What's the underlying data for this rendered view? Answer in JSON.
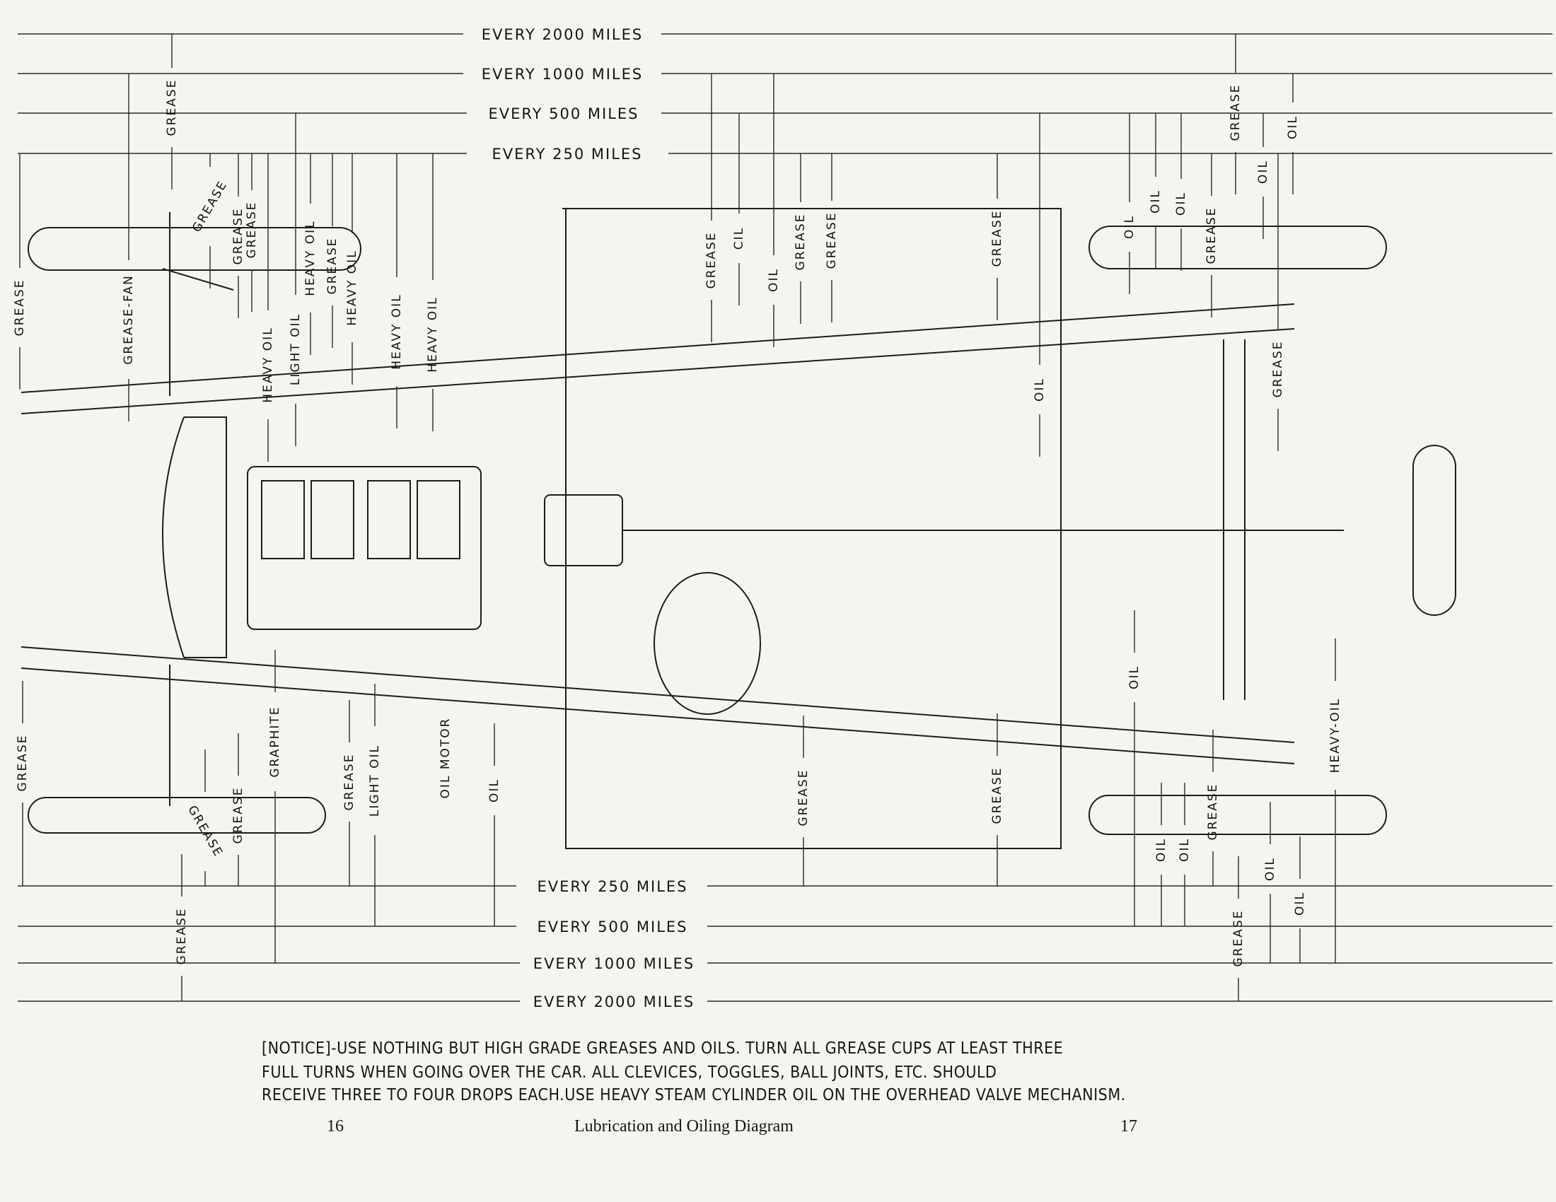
{
  "intervals_top": [
    "EVERY 2000 MILES",
    "EVERY 1000 MILES",
    "EVERY 500 MILES",
    "EVERY 250 MILES"
  ],
  "intervals_bottom": [
    "EVERY 250 MILES",
    "EVERY 500 MILES",
    "EVERY 1000 MILES",
    "EVERY 2000 MILES"
  ],
  "labels": [
    "GREASE",
    "GREASE",
    "GREASE-FAN",
    "GREASE",
    "GREASE",
    "GREASE",
    "HEAVY OIL",
    "LIGHT OIL",
    "HEAVY OIL",
    "GREASE",
    "HEAVY OIL",
    "HEAVY OIL",
    "HEAVY OIL",
    "GREASE",
    "CIL",
    "OIL",
    "GREASE",
    "GREASE",
    "GREASE",
    "OIL",
    "OIL",
    "OIL",
    "OIL",
    "GREASE",
    "GREASE",
    "OIL",
    "OIL",
    "GREASE",
    "GREASE",
    "GREASE",
    "GREASE",
    "GRAPHITE",
    "GREASE",
    "LIGHT OIL",
    "OIL MOTOR",
    "OIL",
    "GREASE",
    "GREASE",
    "OIL",
    "OIL",
    "OIL",
    "GREASE",
    "OIL",
    "OIL",
    "GREASE",
    "HEAVY-OIL",
    "GREASE"
  ],
  "notice": [
    "[NOTICE]-USE NOTHING BUT HIGH GRADE GREASES AND OILS.  TURN ALL GREASE CUPS AT LEAST THREE",
    "FULL TURNS WHEN GOING OVER THE CAR. ALL CLEVICES, TOGGLES, BALL JOINTS, ETC. SHOULD",
    "RECEIVE THREE TO FOUR DROPS EACH.USE HEAVY STEAM CYLINDER OIL ON THE OVERHEAD VALVE MECHANISM."
  ],
  "footer": {
    "page_left": "16",
    "title": "Lubrication and Oiling Diagram",
    "page_right": "17"
  }
}
